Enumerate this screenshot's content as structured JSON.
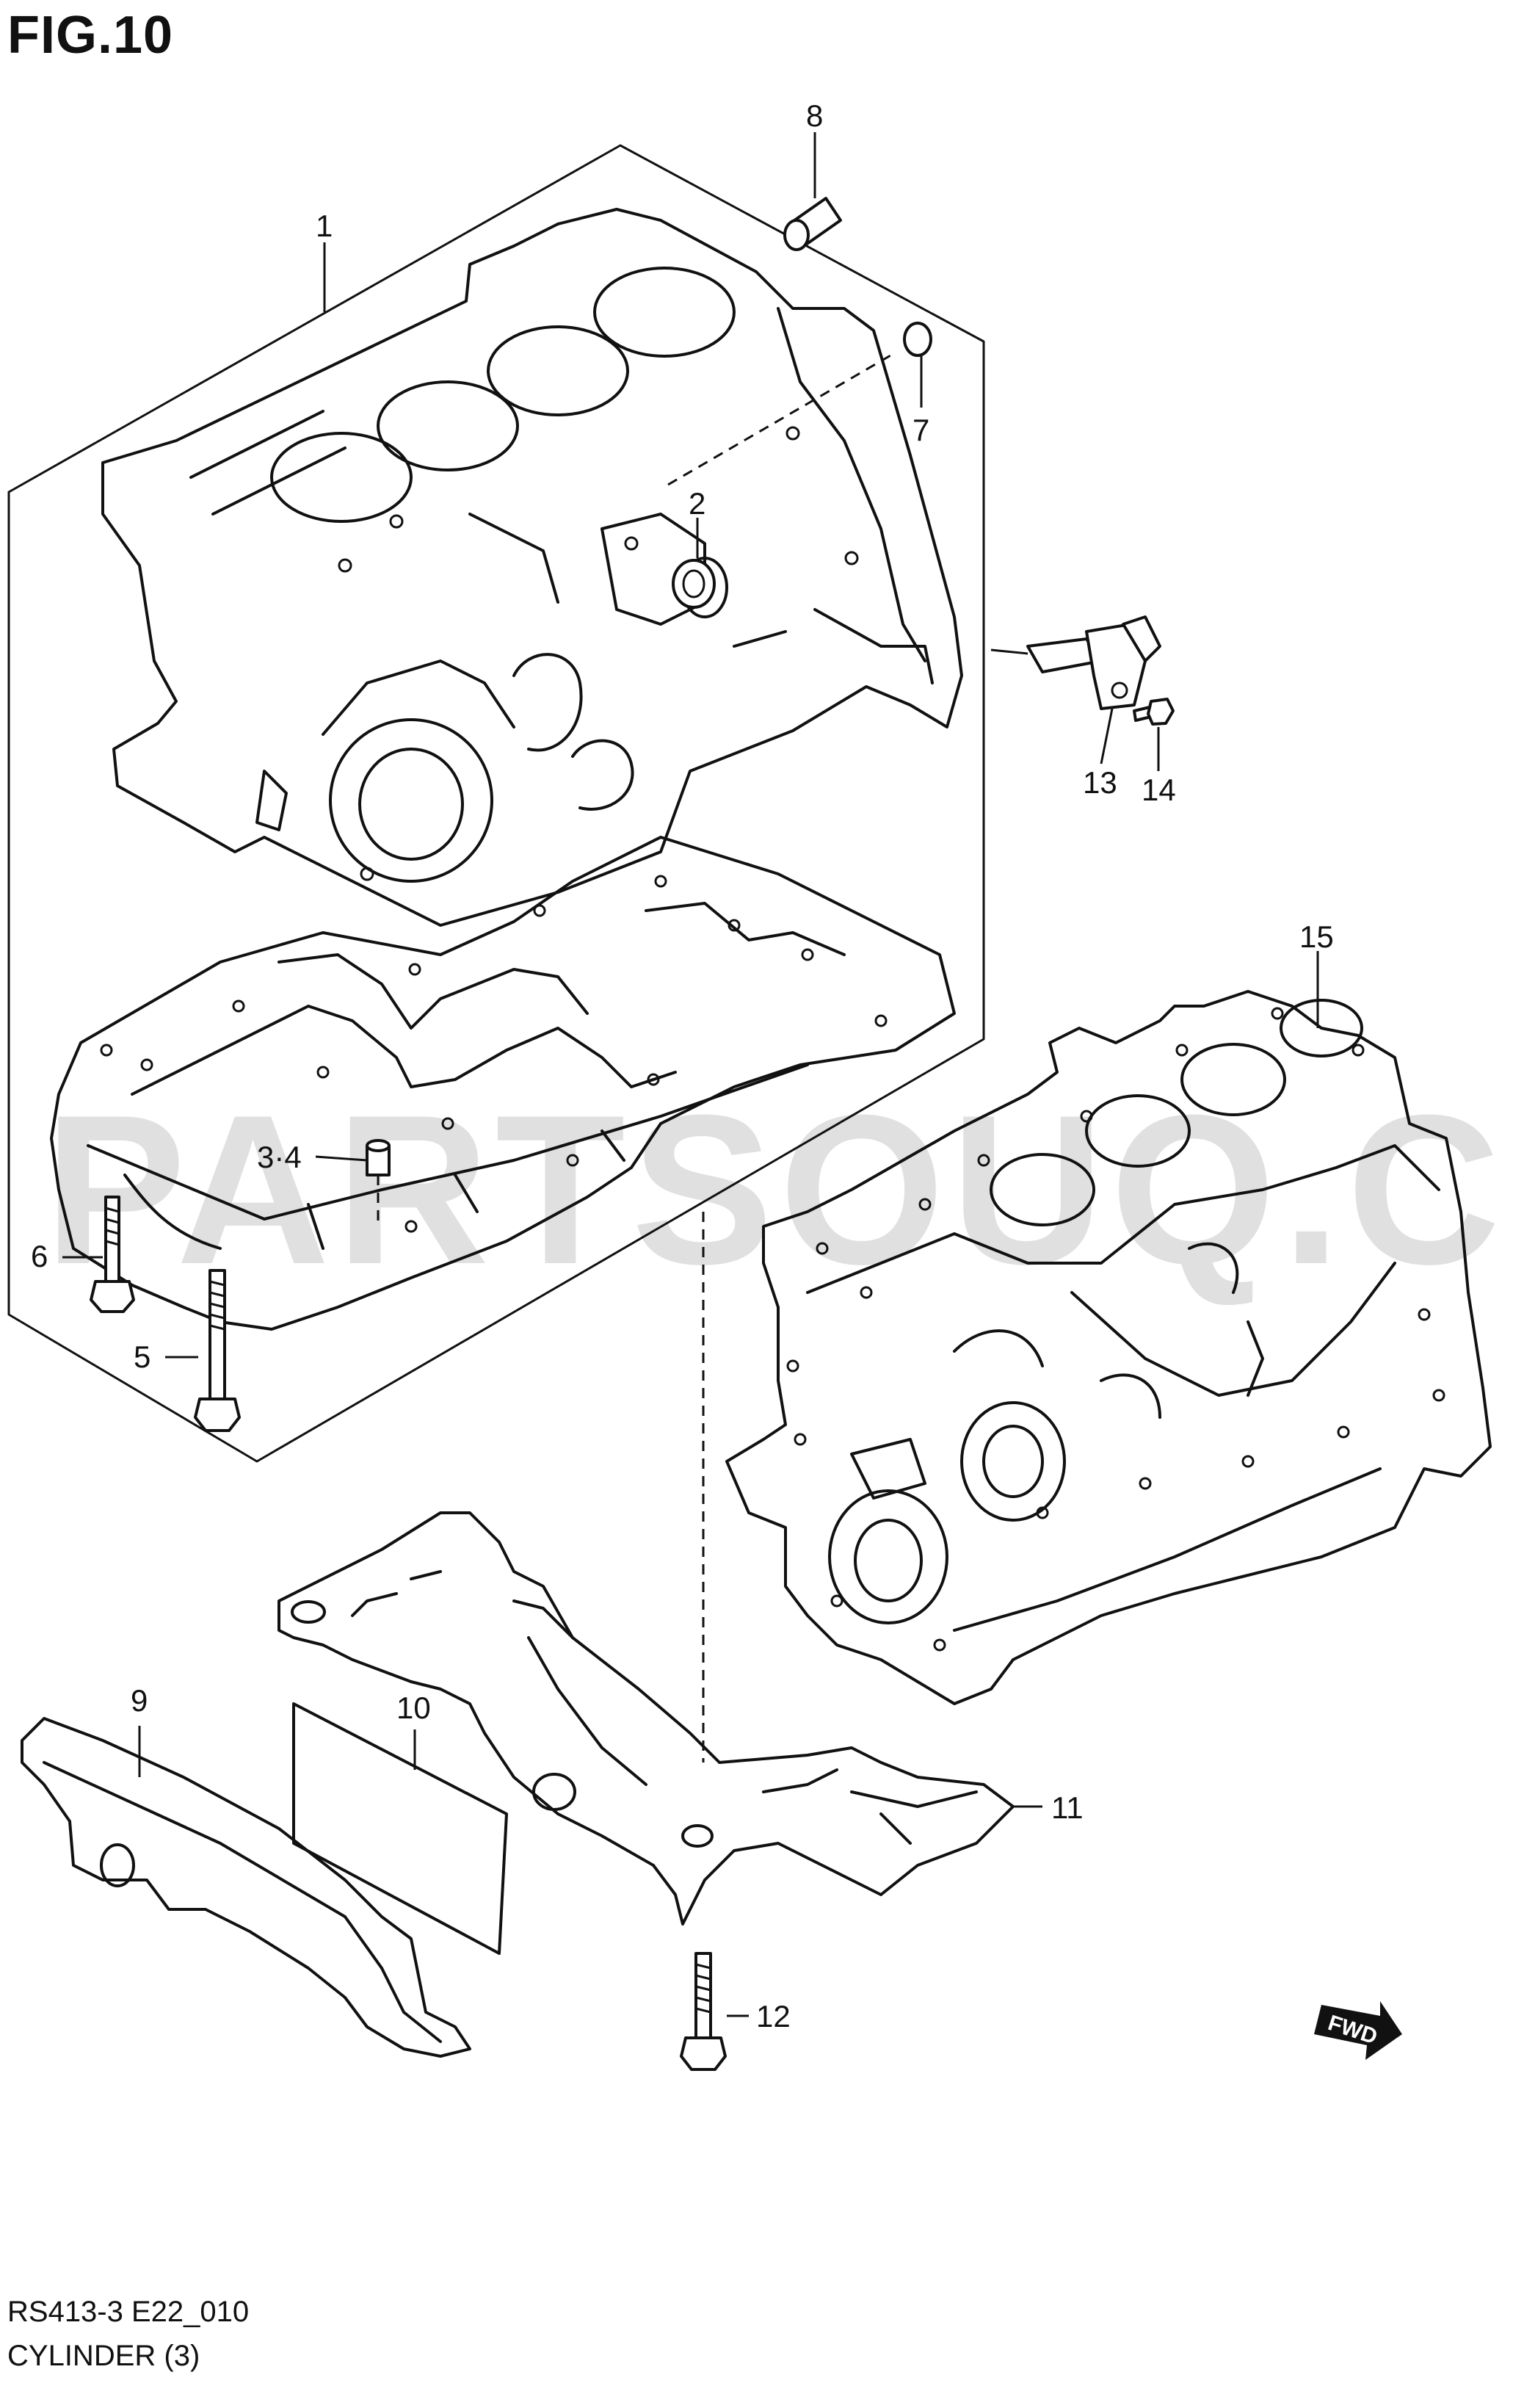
{
  "figure": {
    "title": "FIG.10",
    "code": "RS413-3 E22_010",
    "caption": "CYLINDER (3)"
  },
  "watermark": "PARTSOUQ.COM",
  "direction_marker": "FWD",
  "callouts": {
    "p1": "1",
    "p2": "2",
    "p34": "3·4",
    "p5": "5",
    "p6": "6",
    "p7": "7",
    "p8": "8",
    "p9": "9",
    "p10": "10",
    "p11": "11",
    "p12": "12",
    "p13": "13",
    "p14": "14",
    "p15": "15"
  }
}
